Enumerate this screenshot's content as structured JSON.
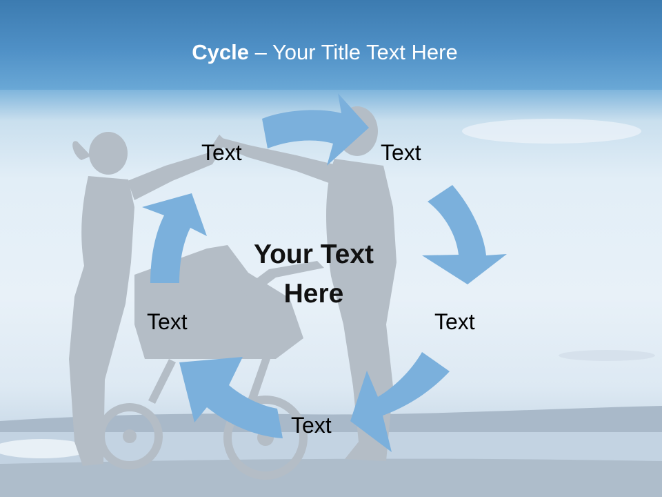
{
  "slide": {
    "title_bold": "Cycle",
    "title_rest": " – Your Title Text Here"
  },
  "cycle": {
    "center_text": "Your Text Here",
    "labels": [
      "Text",
      "Text",
      "Text",
      "Text",
      "Text"
    ]
  },
  "colors": {
    "title_band": "#4a8cc3",
    "arrow": "#7bb0dc",
    "silhouette": "#b5bec7",
    "label_text": "#000000"
  }
}
